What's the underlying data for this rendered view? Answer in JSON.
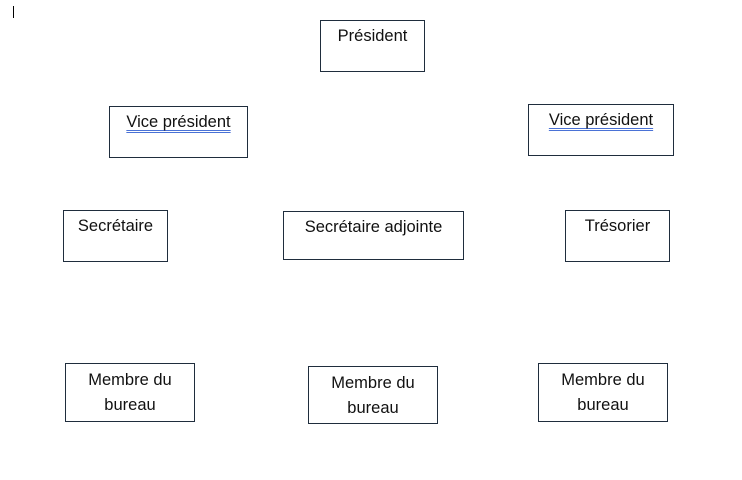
{
  "diagram": {
    "nodes": {
      "president": "Président",
      "vice_president_left": "Vice président",
      "vice_president_right": "Vice président",
      "secretaire": "Secrétaire",
      "secretaire_adjointe": "Secrétaire adjointe",
      "tresorier": "Trésorier",
      "membre_1": "Membre du bureau",
      "membre_2": "Membre du bureau",
      "membre_3": "Membre du bureau"
    }
  },
  "colors": {
    "box_border": "#1f2d3d",
    "spellcheck_underline": "#4a72d6"
  }
}
